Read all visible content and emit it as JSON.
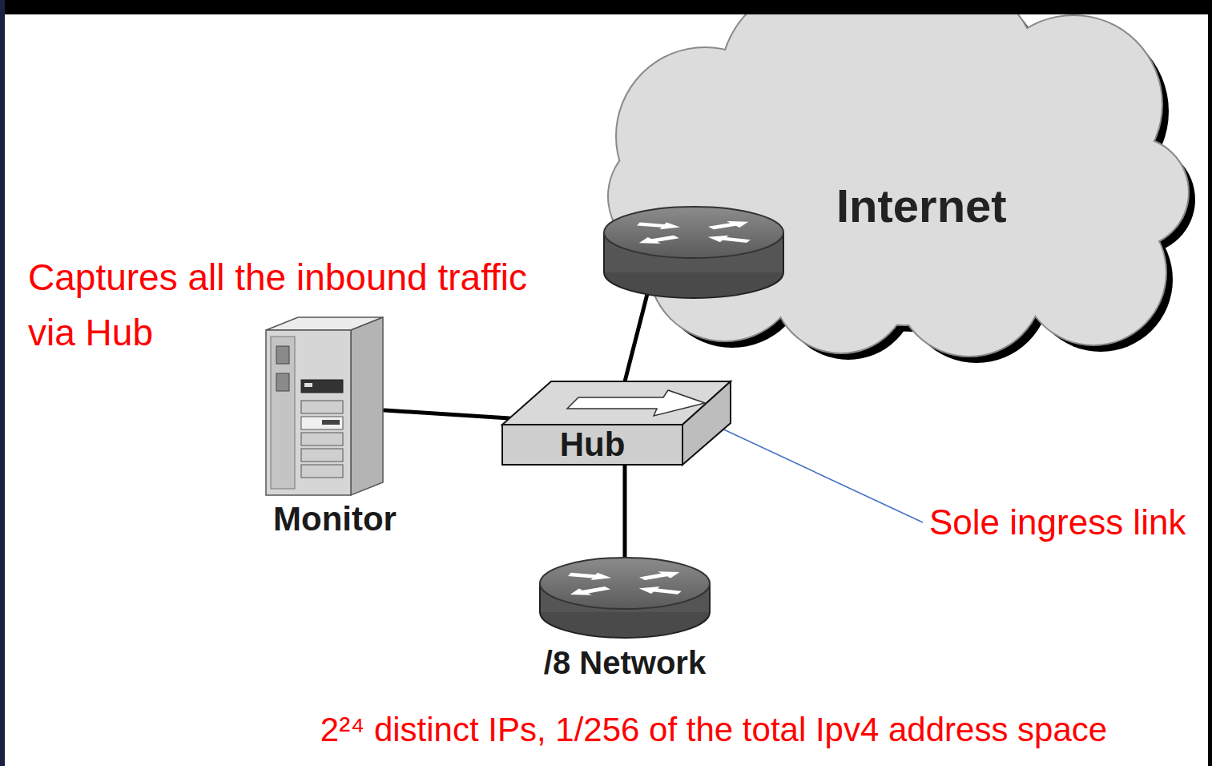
{
  "diagram": {
    "nodes": [
      {
        "text": [
          "Internet"
        ]
      },
      {
        "text": [
          "Monitor"
        ]
      },
      {
        "text": [
          "Hub"
        ]
      },
      {
        "text": [
          "/8 Network"
        ]
      }
    ],
    "edges": [
      {
        "from": 1,
        "to": 2,
        "arrow": "none"
      },
      {
        "from": 2,
        "to": 0,
        "arrow": "none"
      },
      {
        "from": 2,
        "to": 3,
        "arrow": "none"
      }
    ],
    "labels": [
      "Captures all the inbound traffic via Hub",
      "Sole ingress link",
      "2²⁴ distinct IPs, 1/256 of the total Ipv4 address space"
    ]
  }
}
